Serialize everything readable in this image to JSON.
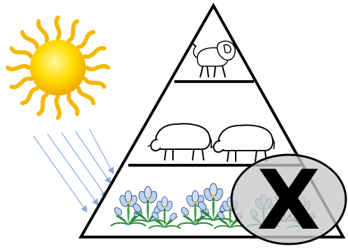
{
  "diagram": {
    "elimination_mark": "X",
    "sun": {
      "icon": "sun-icon",
      "color_core": "#ffd400",
      "color_ray": "#f5b800"
    },
    "sunlight_rays": {
      "icon": "sunlight-arrows-icon",
      "color": "#8aa6e0"
    },
    "pyramid": {
      "levels": [
        {
          "name": "top-level",
          "organism_icon": "lion-icon"
        },
        {
          "name": "middle-level",
          "organism_icon": "sheep-icon"
        },
        {
          "name": "bottom-level",
          "organism_icon": "flower-icon"
        }
      ]
    },
    "colors": {
      "flower_petal": "#b9d3f5",
      "leaf": "#2e8b3a",
      "x_circle_fill": "#c8c8c8"
    }
  }
}
